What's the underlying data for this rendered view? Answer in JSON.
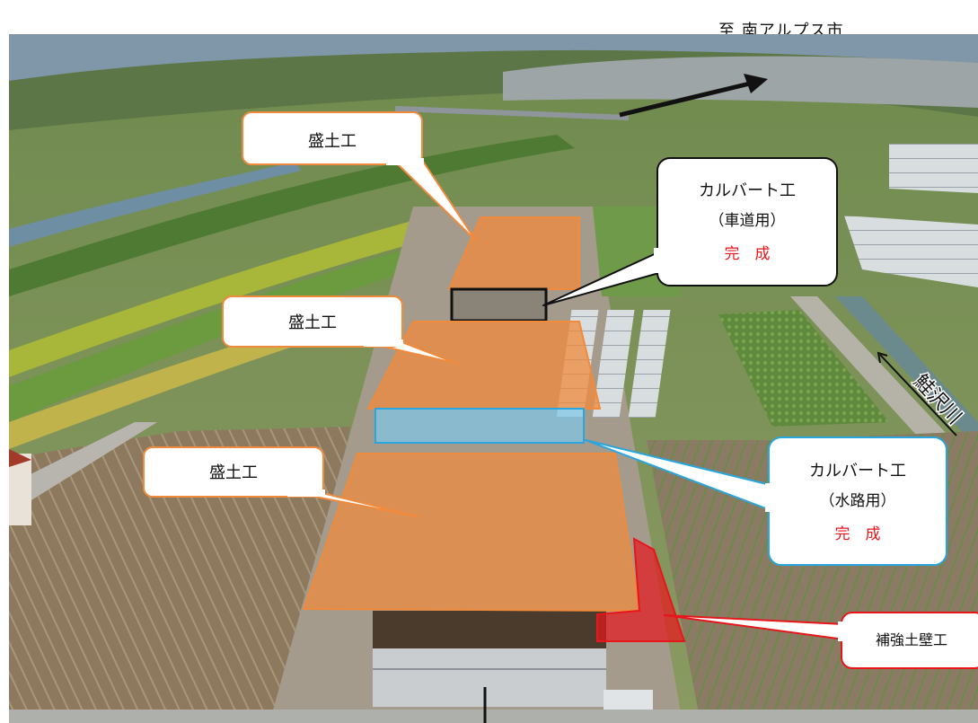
{
  "header": {
    "destination_label": "至 南アルプス市"
  },
  "callouts": {
    "embankment_top": "盛土工",
    "embankment_middle": "盛土工",
    "embankment_bottom": "盛土工",
    "culvert_road": {
      "line1": "カルバート工",
      "line2": "（車道用）",
      "status": "完　成"
    },
    "culvert_water": {
      "line1": "カルバート工",
      "line2": "（水路用）",
      "status": "完　成"
    },
    "reinforced_wall": "補強土壁工"
  },
  "river_label": "鮭沢川",
  "colors": {
    "embankment_fill": "#f08a3c",
    "culvert_road_outline": "#111111",
    "culvert_water_fill": "#7ec8e8",
    "reinforced_wall_fill": "#e8151b",
    "status_text": "#e8151b",
    "callout_border_orange": "#f08a3c",
    "callout_border_blue": "#29a6de",
    "callout_border_red": "#e8151b",
    "callout_border_black": "#111111"
  }
}
